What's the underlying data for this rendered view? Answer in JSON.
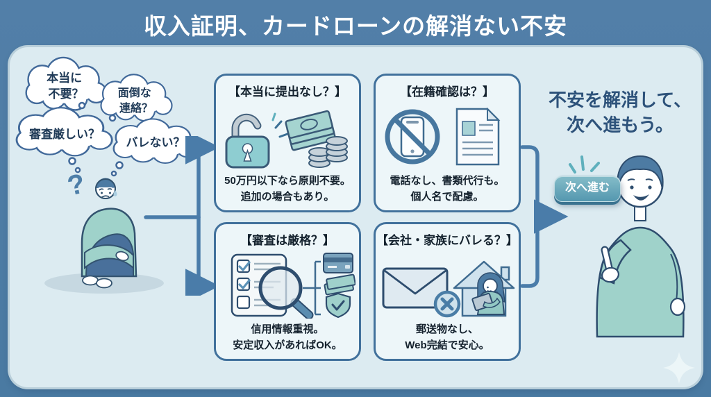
{
  "header": {
    "title": "収入証明、カードローンの解消ない不安"
  },
  "thought_bubbles": [
    {
      "lines": [
        "本当に",
        "不要？"
      ]
    },
    {
      "lines": [
        "面倒な",
        "連絡？"
      ]
    },
    {
      "lines": [
        "審査厳しい？"
      ]
    },
    {
      "lines": [
        "バレない？"
      ]
    }
  ],
  "left_figure": {
    "question_mark": "?"
  },
  "cards": [
    {
      "title": "【本当に提出なし？】",
      "lines": [
        "50万円以下なら原則不要。",
        "追加の場合もあり。"
      ],
      "icons": [
        "open-padlock-icon",
        "banknotes-and-coins-icon"
      ]
    },
    {
      "title": "【在籍確認は？】",
      "lines": [
        "電話なし、書類代行も。",
        "個人名で配慮。"
      ],
      "icons": [
        "no-phone-call-icon",
        "document-icon"
      ]
    },
    {
      "title": "【審査は厳格？】",
      "lines": [
        "信用情報重視。",
        "安定収入があればOK。"
      ],
      "icons": [
        "checklist-magnifier-icon",
        "credit-card-icon",
        "cash-icon",
        "shield-check-icon"
      ]
    },
    {
      "title": "【会社・家族にバレる？】",
      "lines": [
        "郵送物なし、",
        "Web完結で安心。"
      ],
      "icons": [
        "no-mail-icon",
        "home-with-tablet-icon"
      ]
    }
  ],
  "right_panel": {
    "heading_lines": [
      "不安を解消して、",
      "次へ進もう。"
    ],
    "button_label": "次へ進む"
  },
  "colors": {
    "background": "#4d7fa8",
    "panel": "#dcebf1",
    "card_background": "#edf6f9",
    "card_border": "#41719c",
    "accent_teal": "#8ecdd1",
    "arrow": "#4a7ca9",
    "button_top": "#85bdc9",
    "button_bottom": "#5497af",
    "heading_text": "#2d527a",
    "title_text": "#ffffff",
    "icon_outline": "#2e4d6e"
  }
}
